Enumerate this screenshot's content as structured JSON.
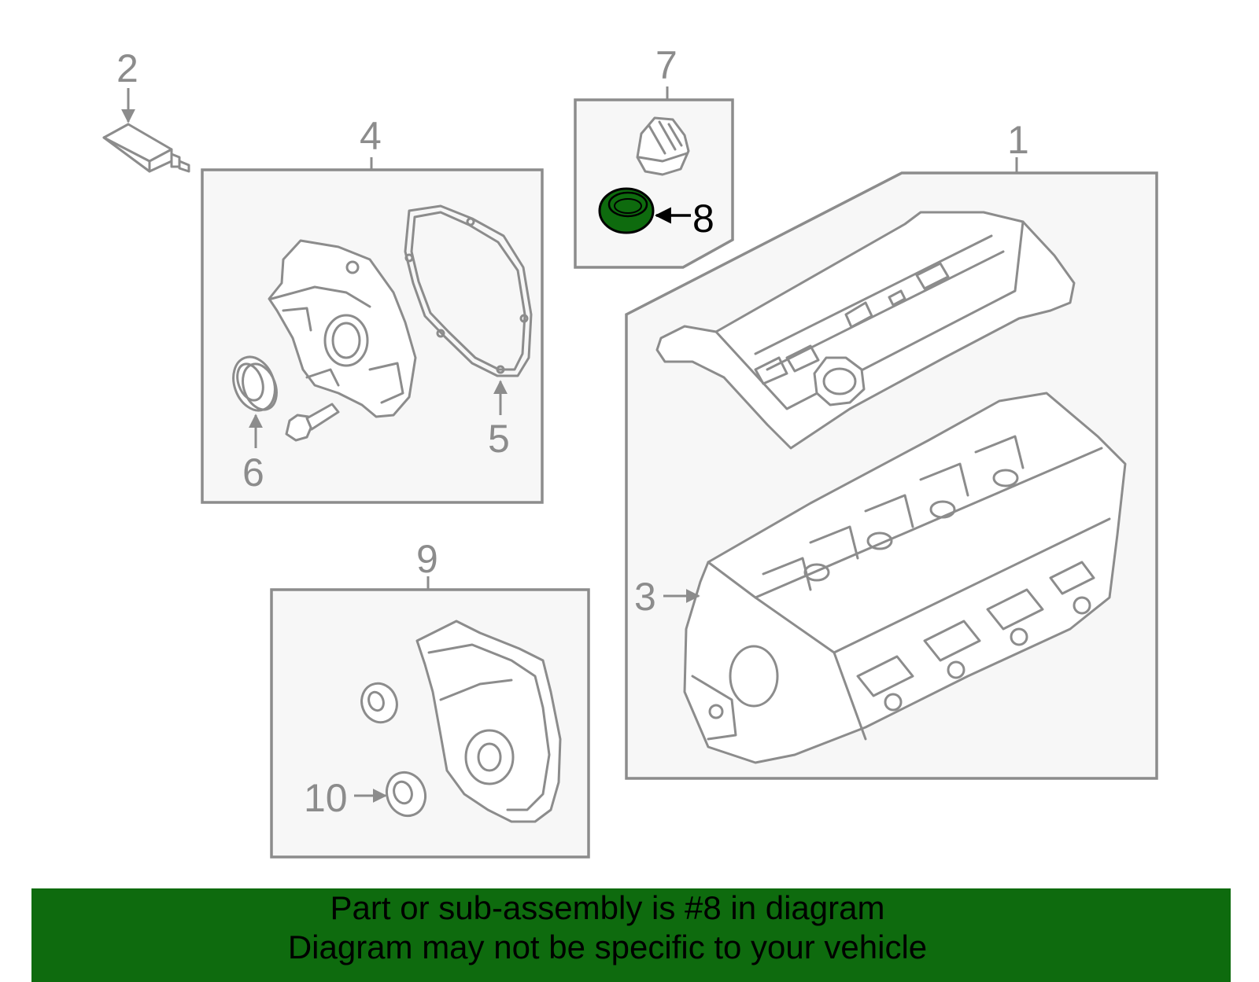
{
  "callouts": {
    "c1": "1",
    "c2": "2",
    "c3": "3",
    "c4": "4",
    "c5": "5",
    "c6": "6",
    "c7": "7",
    "c8": "8",
    "c9": "9",
    "c10": "10"
  },
  "highlight_color": "#0e6b0e",
  "banner": {
    "line1": "Part or sub-assembly is #8 in diagram",
    "line2": "Diagram may not be specific to your vehicle",
    "background": "#0e6b0e"
  }
}
